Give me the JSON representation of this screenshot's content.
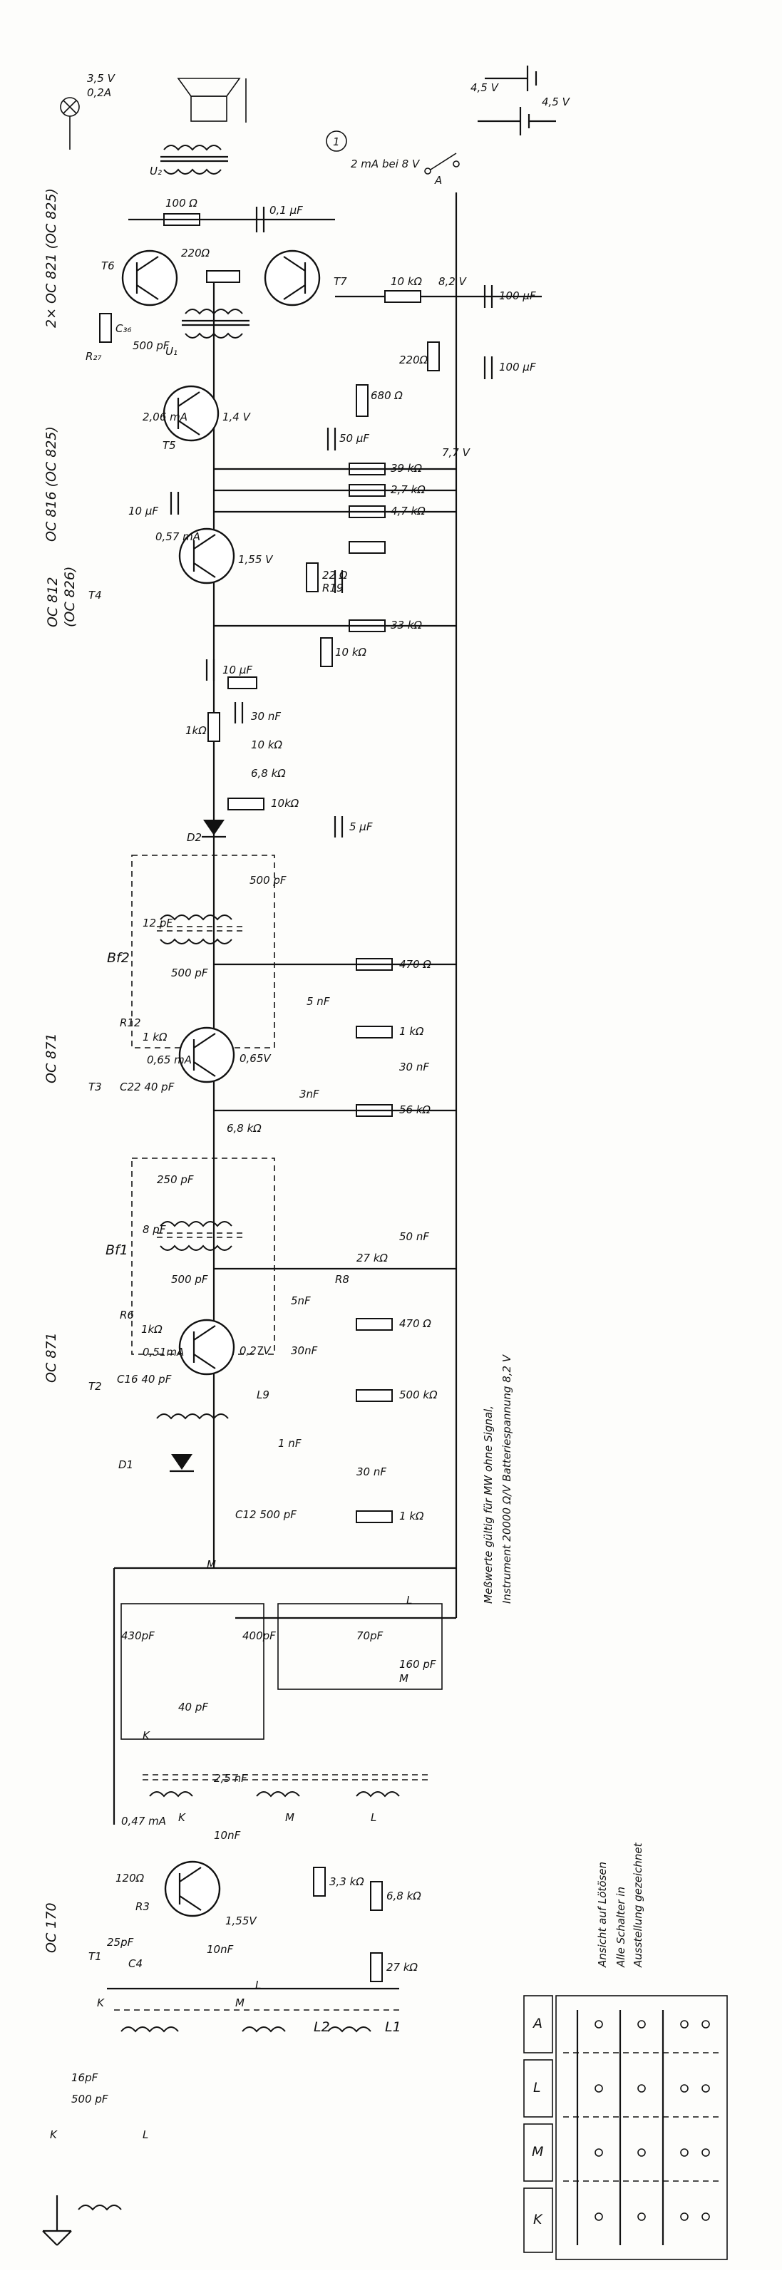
{
  "header_labels": {
    "bulb_v": "3,5 V",
    "bulb_a": "0,2A",
    "meter_id": "1",
    "meter_reading": "2 mA bei 8 V",
    "batt_a": "4,5 V",
    "batt_b": "4,5 V",
    "voltage_82": "8,2 V",
    "voltage_77": "7,7 V"
  },
  "transistors": {
    "t_out": "2× OC 821 (OC 825)",
    "t_out_a": "T6",
    "t_out_b": "T7",
    "t5_type": "OC 816 (OC 825)",
    "t5": "T5",
    "t5_ic": "2,06 mA",
    "t5_v": "1,4 V",
    "t4_type": "OC 812",
    "t4_alt": "(OC 826)",
    "t4": "T4",
    "t4_ic": "0,57 mA",
    "t4_v": "1,55 V",
    "t3_type": "OC 871",
    "t3": "T3",
    "t3_ic": "0,65 mA",
    "t3_v": "0,65V",
    "t2_type": "OC 871",
    "t2": "T2",
    "t2_ic": "0,51mA",
    "t2_v": "0,27V",
    "t1_type": "OC 170",
    "t1": "T1",
    "t1_ic": "0,47 mA",
    "t1_v": "1,55V"
  },
  "components": {
    "r100": "100 Ω",
    "c01": "0,1 µF",
    "r220": "220Ω",
    "r10k": "10 kΩ",
    "c100a": "100 µF",
    "c100b": "100 µF",
    "r220b": "220Ω",
    "r680": "680 Ω",
    "c50": "50 µF",
    "r39": "39 kΩ",
    "r27": "2,7 kΩ",
    "r47": "4,7 kΩ",
    "c10": "10 µF",
    "r22": "22 Ω",
    "r19": "R19",
    "r33": "33 kΩ",
    "r10": "10 kΩ",
    "c10b": "10 µF",
    "r1k": "1kΩ",
    "c30n": "30 nF",
    "r10kb": "10 kΩ",
    "r68": "6,8 kΩ",
    "r10kc": "10kΩ",
    "c5": "5 µF",
    "d2": "D2",
    "c500a": "500 pF",
    "c12p": "12 pF",
    "bf2": "Bf2",
    "c500b": "500 pF",
    "r470": "470 Ω",
    "c5n": "5 nF",
    "r12": "R12",
    "r1kb": "1 kΩ",
    "c22": "C22 40 pF",
    "r1kc": "1 kΩ",
    "c30nb": "30 nF",
    "c3n": "3nF",
    "r56": "56 kΩ",
    "r68b": "6,8 kΩ",
    "c250": "250 pF",
    "bf1": "Bf1",
    "c8p": "8 pF",
    "c500c": "500 pF",
    "c50n": "50 nF",
    "r27k": "27 kΩ",
    "r8": "R8",
    "c5nb": "5nF",
    "r470b": "470 Ω",
    "c30nc": "30nF",
    "r6": "R6",
    "r1kd": "1kΩ",
    "c16": "C16 40 pF",
    "l9": "L9",
    "r500k": "500 kΩ",
    "c1n": "1 nF",
    "d1": "D1",
    "c12": "C12 500 pF",
    "c30nd": "30 nF",
    "r1ke": "1 kΩ",
    "c430": "430pF",
    "c40": "40 pF",
    "c400": "400pF",
    "c70": "70pF",
    "c160": "160 pF",
    "c25n": "2,5 nF",
    "c10n": "10nF",
    "r120": "120Ω",
    "r3": "R3",
    "c25p": "25pF",
    "c4": "C4",
    "c10nb": "10nF",
    "r33k": "3,3 kΩ",
    "r68k": "6,8 kΩ",
    "r27kb": "27 kΩ",
    "c16p": "16pF",
    "c500d": "500 pF",
    "l1": "L1",
    "l2": "L2"
  },
  "notes": {
    "meas_1": "Meßwerte gültig für MW ohne Signal,",
    "meas_2": "Instrument 20000 Ω/V  Batteriespannung  8,2 V",
    "view_1": "Ansicht auf Lötösen",
    "view_2": "Alle Schalter in",
    "view_3": "Ausstellung gezeichnet"
  },
  "switch_panel": {
    "keys": [
      "K",
      "M",
      "L",
      "A"
    ]
  },
  "switch_letters": {
    "K": "K",
    "M": "M",
    "L": "L",
    "A": "A"
  }
}
